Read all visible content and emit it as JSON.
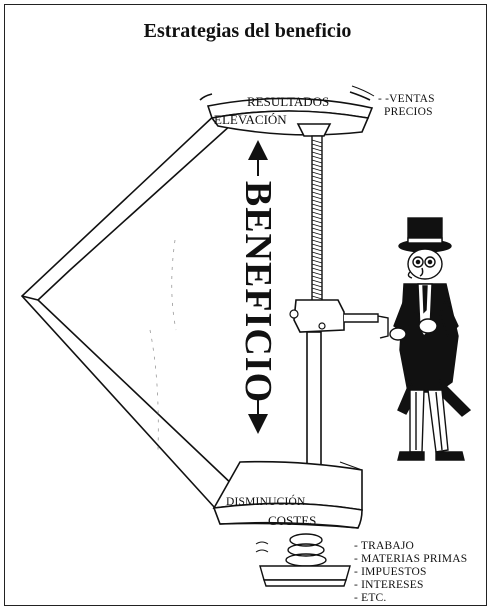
{
  "title": "Estrategias del beneficio",
  "top_plate": {
    "label": "RESULTADOS",
    "sub_label": "ELEVACIÓN",
    "factors": [
      "- -VENTAS",
      "PRECIOS"
    ]
  },
  "axis_label": "BENEFICIO",
  "bottom_plate": {
    "label": "COSTES",
    "sub_label": "DISMINUCIÓN",
    "factors": [
      "- TRABAJO",
      "- MATERIAS PRIMAS",
      "- IMPUESTOS",
      "- INTERESES",
      "- ETC."
    ]
  }
}
